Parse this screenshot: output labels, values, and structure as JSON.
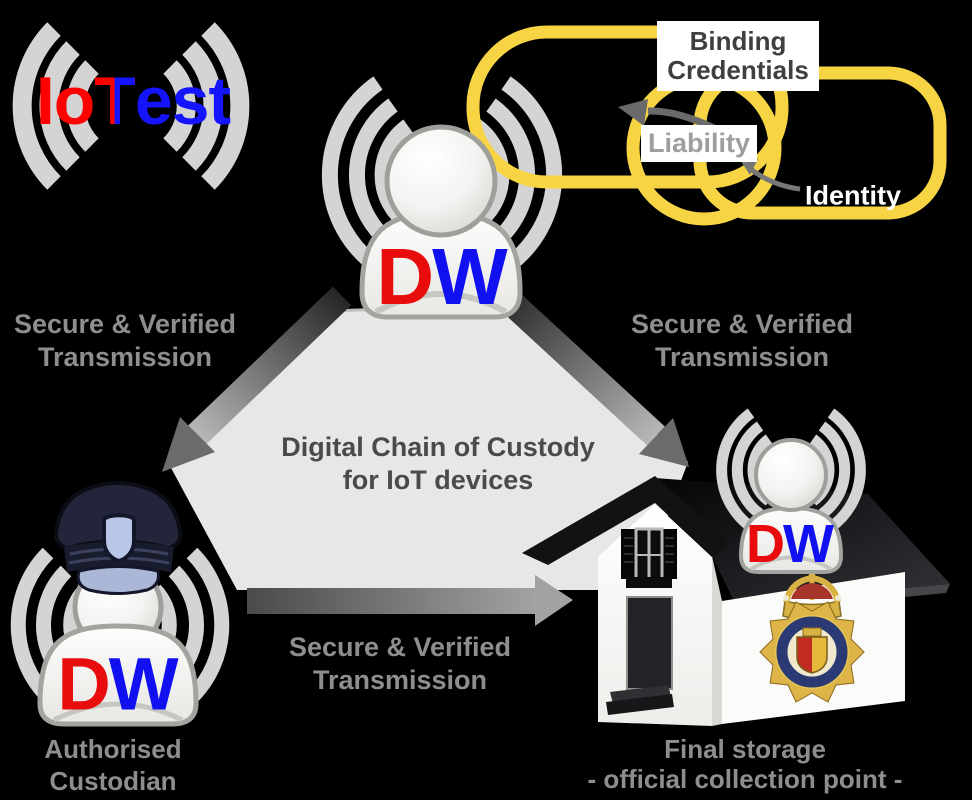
{
  "logo": {
    "io": "Io",
    "t": "T",
    "est": "est"
  },
  "chain": {
    "binding_line1": "Binding",
    "binding_line2": "Credentials",
    "liability": "Liability",
    "identity": "Identity"
  },
  "device_node": {
    "d": "D",
    "w": "W"
  },
  "custodian_node": {
    "d": "D",
    "w": "W",
    "caption_line1": "Authorised",
    "caption_line2": "Custodian"
  },
  "storage_node": {
    "d": "D",
    "w": "W",
    "caption_line1": "Final storage",
    "caption_line2": "- official collection point -"
  },
  "center_label": {
    "line1": "Digital Chain of Custody",
    "line2": "for IoT devices"
  },
  "transmission_left": {
    "line1": "Secure & Verified",
    "line2": "Transmission"
  },
  "transmission_right": {
    "line1": "Secure & Verified",
    "line2": "Transmission"
  },
  "transmission_bottom": {
    "line1": "Secure & Verified",
    "line2": "Transmission"
  },
  "colors": {
    "background": "#000000",
    "chain_yellow": "#F6D444",
    "dw_red": "#E80C0C",
    "dw_blue": "#1010F0",
    "logo_red": "#FF0000",
    "logo_blue": "#1414FF",
    "signal_arc_gray": "#D4D4D4",
    "label_gray": "#8E8E8E",
    "dark_text": "#4A4A4A",
    "pentagon_fill": "#E7E7E6"
  }
}
